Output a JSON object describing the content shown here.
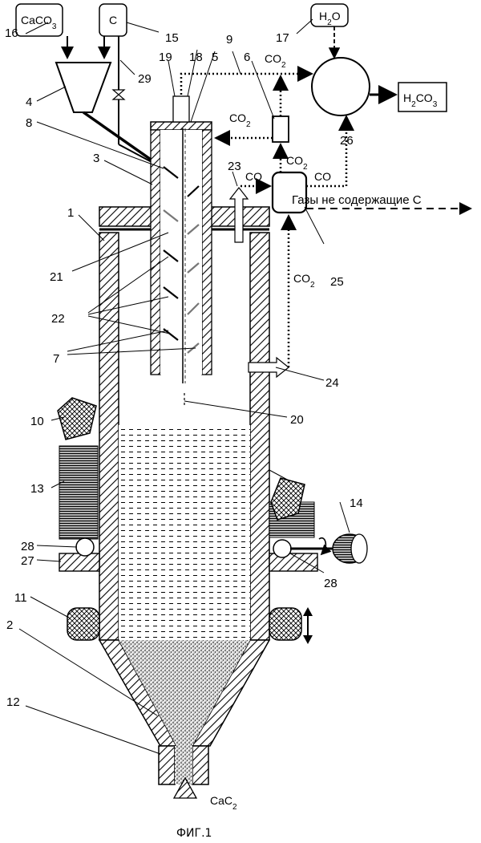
{
  "diagram": {
    "inputs": {
      "caco3_box": "CaCO3",
      "carbon_box": "C",
      "water_box": "H2O",
      "product_box": "H2CO3"
    },
    "flows": {
      "co2_top_right": "CO2",
      "co2_top_left": "CO2",
      "co2_mid": "CO2",
      "co_left": "CO",
      "co_right": "CO",
      "co2_vertical": "CO2"
    },
    "gas_note": "Газы не содержащие С",
    "output": "CaC2",
    "caption": "ФИГ.1",
    "reference_numbers": [
      "1",
      "2",
      "3",
      "4",
      "5",
      "6",
      "7",
      "8",
      "9",
      "10",
      "11",
      "12",
      "13",
      "14",
      "15",
      "16",
      "17",
      "18",
      "19",
      "20",
      "21",
      "22",
      "23",
      "24",
      "25",
      "26",
      "27",
      "28",
      "29"
    ]
  }
}
